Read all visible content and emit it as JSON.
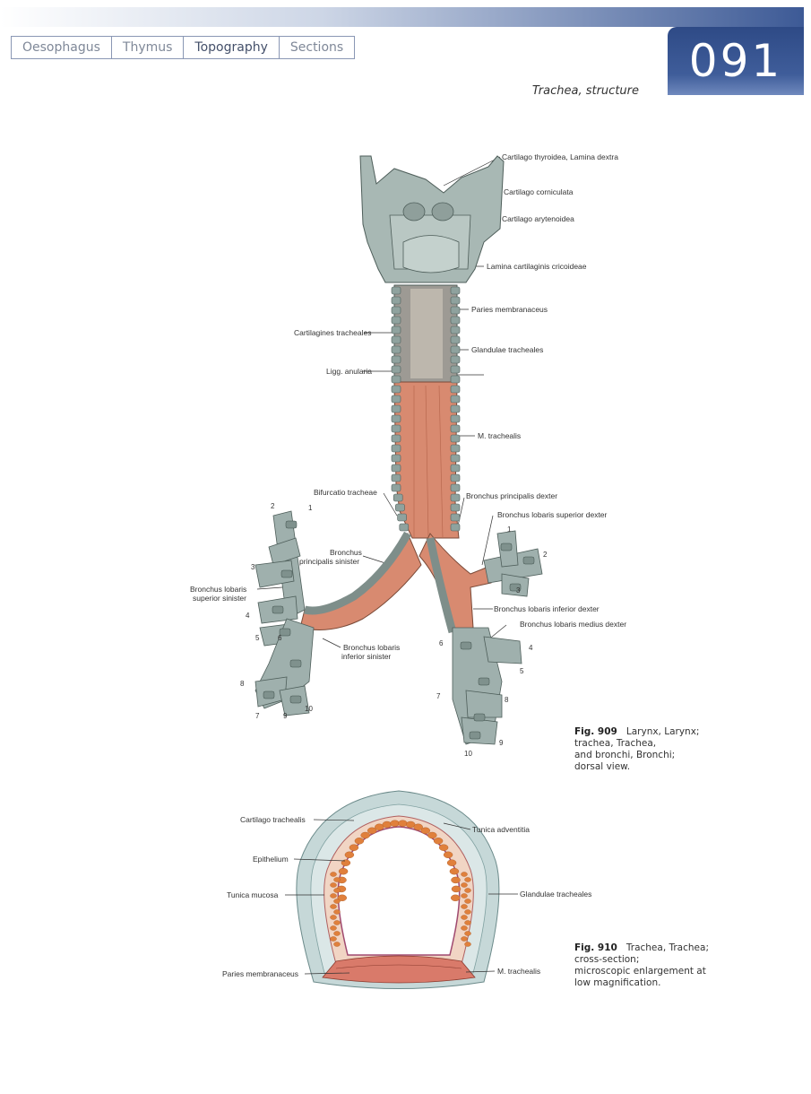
{
  "header": {
    "tabs": [
      "Oesophagus",
      "Thymus",
      "Topography",
      "Sections"
    ],
    "page_number": "091",
    "section_title": "Trachea, structure"
  },
  "fig909": {
    "labels": {
      "thyroidea": "Cartilago thyroidea, Lamina dextra",
      "corniculata": "Cartilago corniculata",
      "arytenoidea": "Cartilago arytenoidea",
      "cricoidea": "Lamina cartilaginis cricoideae",
      "paries": "Paries membranaceus",
      "cart_tracheales": "Cartilagines tracheales",
      "glandulae": "Glandulae tracheales",
      "ligg": "Ligg. anularia",
      "m_trachealis": "M. trachealis",
      "bifurcatio": "Bifurcatio tracheae",
      "principalis_dexter": "Bronchus principalis dexter",
      "sup_dexter": "Bronchus lobaris superior dexter",
      "principalis_sin_1": "Bronchus",
      "principalis_sin_2": "principalis sinister",
      "sup_sin_1": "Bronchus lobaris",
      "sup_sin_2": "superior sinister",
      "inf_dexter": "Bronchus lobaris inferior dexter",
      "medius_dexter": "Bronchus lobaris medius dexter",
      "inf_sin_1": "Bronchus lobaris",
      "inf_sin_2": "inferior sinister"
    },
    "numbers": {
      "l1": "1",
      "l2": "2",
      "l3": "3",
      "l4": "4",
      "l5": "5",
      "l6": "6",
      "l7": "7",
      "l8": "8",
      "l9": "9",
      "l10": "10",
      "r1": "1",
      "r2": "2",
      "r3": "3",
      "r4": "4",
      "r5": "5",
      "r6": "6",
      "r7": "7",
      "r8": "8",
      "r9": "9",
      "r10": "10"
    },
    "caption": {
      "fig": "Fig. 909",
      "line1": "Larynx, Larynx;",
      "line2": "trachea, Trachea,",
      "line3": "and bronchi, Bronchi;",
      "line4": "dorsal view."
    }
  },
  "fig910": {
    "labels": {
      "cartilago": "Cartilago trachealis",
      "adventitia": "Tunica adventitia",
      "epithelium": "Epithelium",
      "mucosa": "Tunica mucosa",
      "glandulae": "Glandulae tracheales",
      "paries": "Paries membranaceus",
      "m_trachealis": "M. trachealis"
    },
    "caption": {
      "fig": "Fig. 910",
      "line1": "Trachea, Trachea;",
      "line2": "cross-section;",
      "line3": "microscopic enlargement at",
      "line4": "low magnification."
    }
  },
  "colors": {
    "header_blue": "#3d5a96",
    "cartilage": "#9fb0ad",
    "muscle": "#d88a70",
    "gland": "#e0803c"
  }
}
